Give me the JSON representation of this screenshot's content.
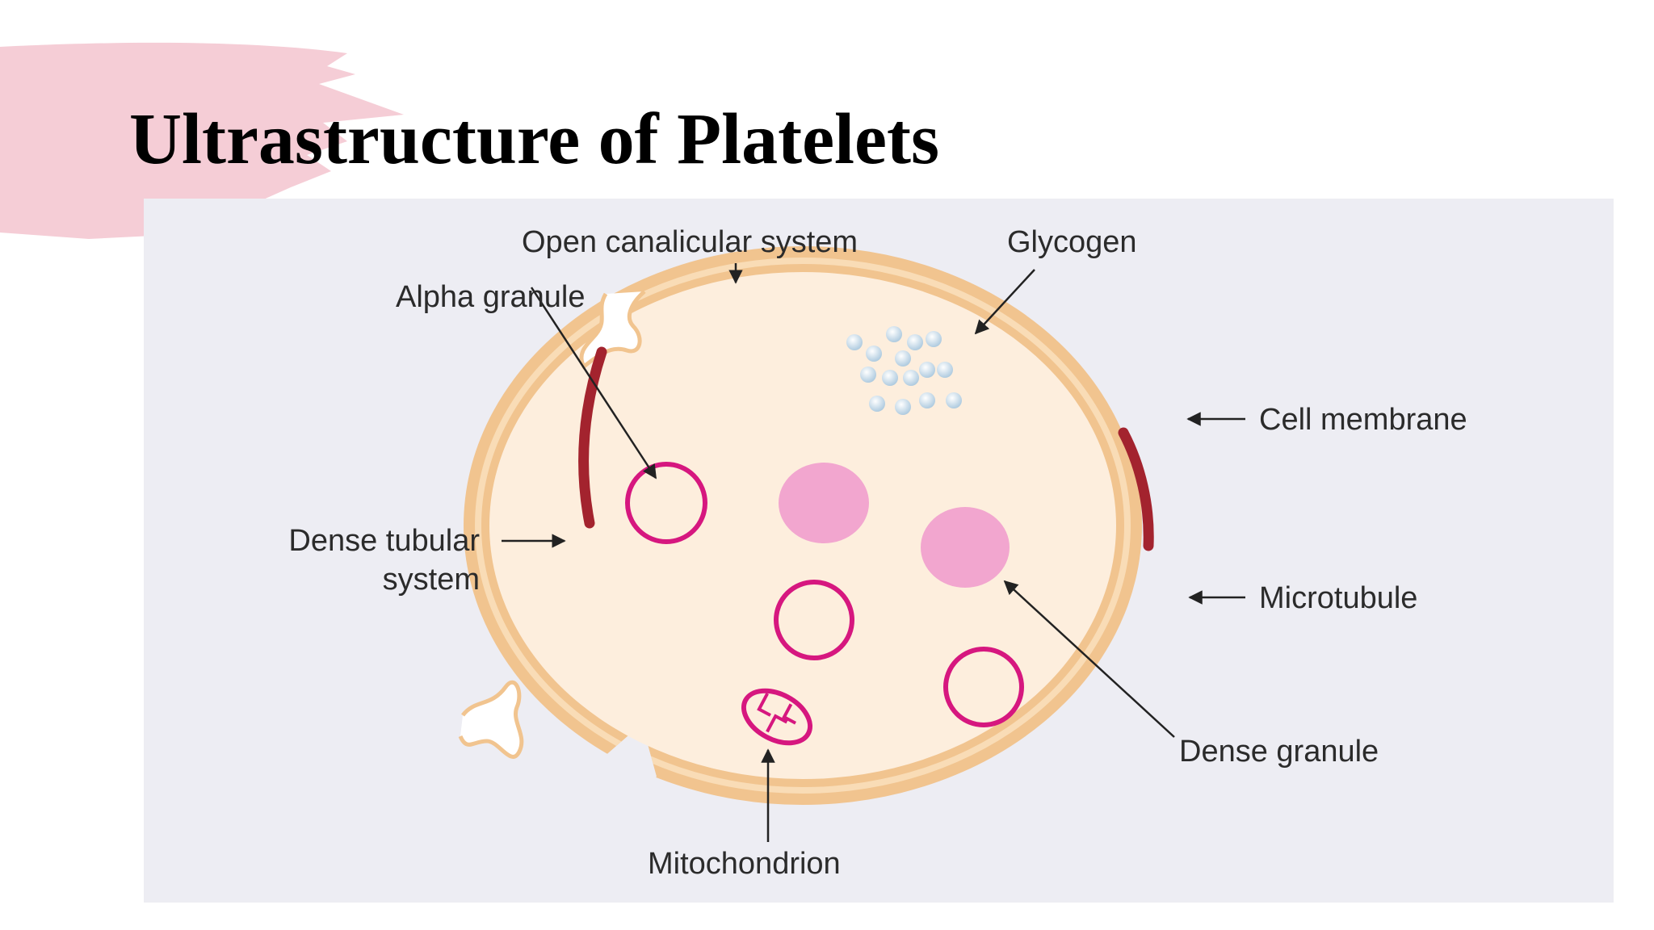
{
  "slide": {
    "title": "Ultrastructure of Platelets"
  },
  "diagram": {
    "labels": {
      "open_canalicular_system": "Open canalicular system",
      "glycogen": "Glycogen",
      "alpha_granule": "Alpha granule",
      "cell_membrane": "Cell membrane",
      "dense_tubular_system_line1": "Dense tubular",
      "dense_tubular_system_line2": "system",
      "microtubule": "Microtubule",
      "dense_granule": "Dense granule",
      "mitochondrion": "Mitochondrion"
    },
    "colors": {
      "background": "#ededf3",
      "cytoplasm": "#fdeedd",
      "membrane": "#f1c48f",
      "alpha_granule_ring": "#d6177f",
      "dense_granule_fill": "#f2a6cf",
      "dense_tubular": "#a3232e",
      "glycogen": "#c7dded",
      "arrow": "#222222",
      "title_brush": "#f5cdd6"
    }
  }
}
